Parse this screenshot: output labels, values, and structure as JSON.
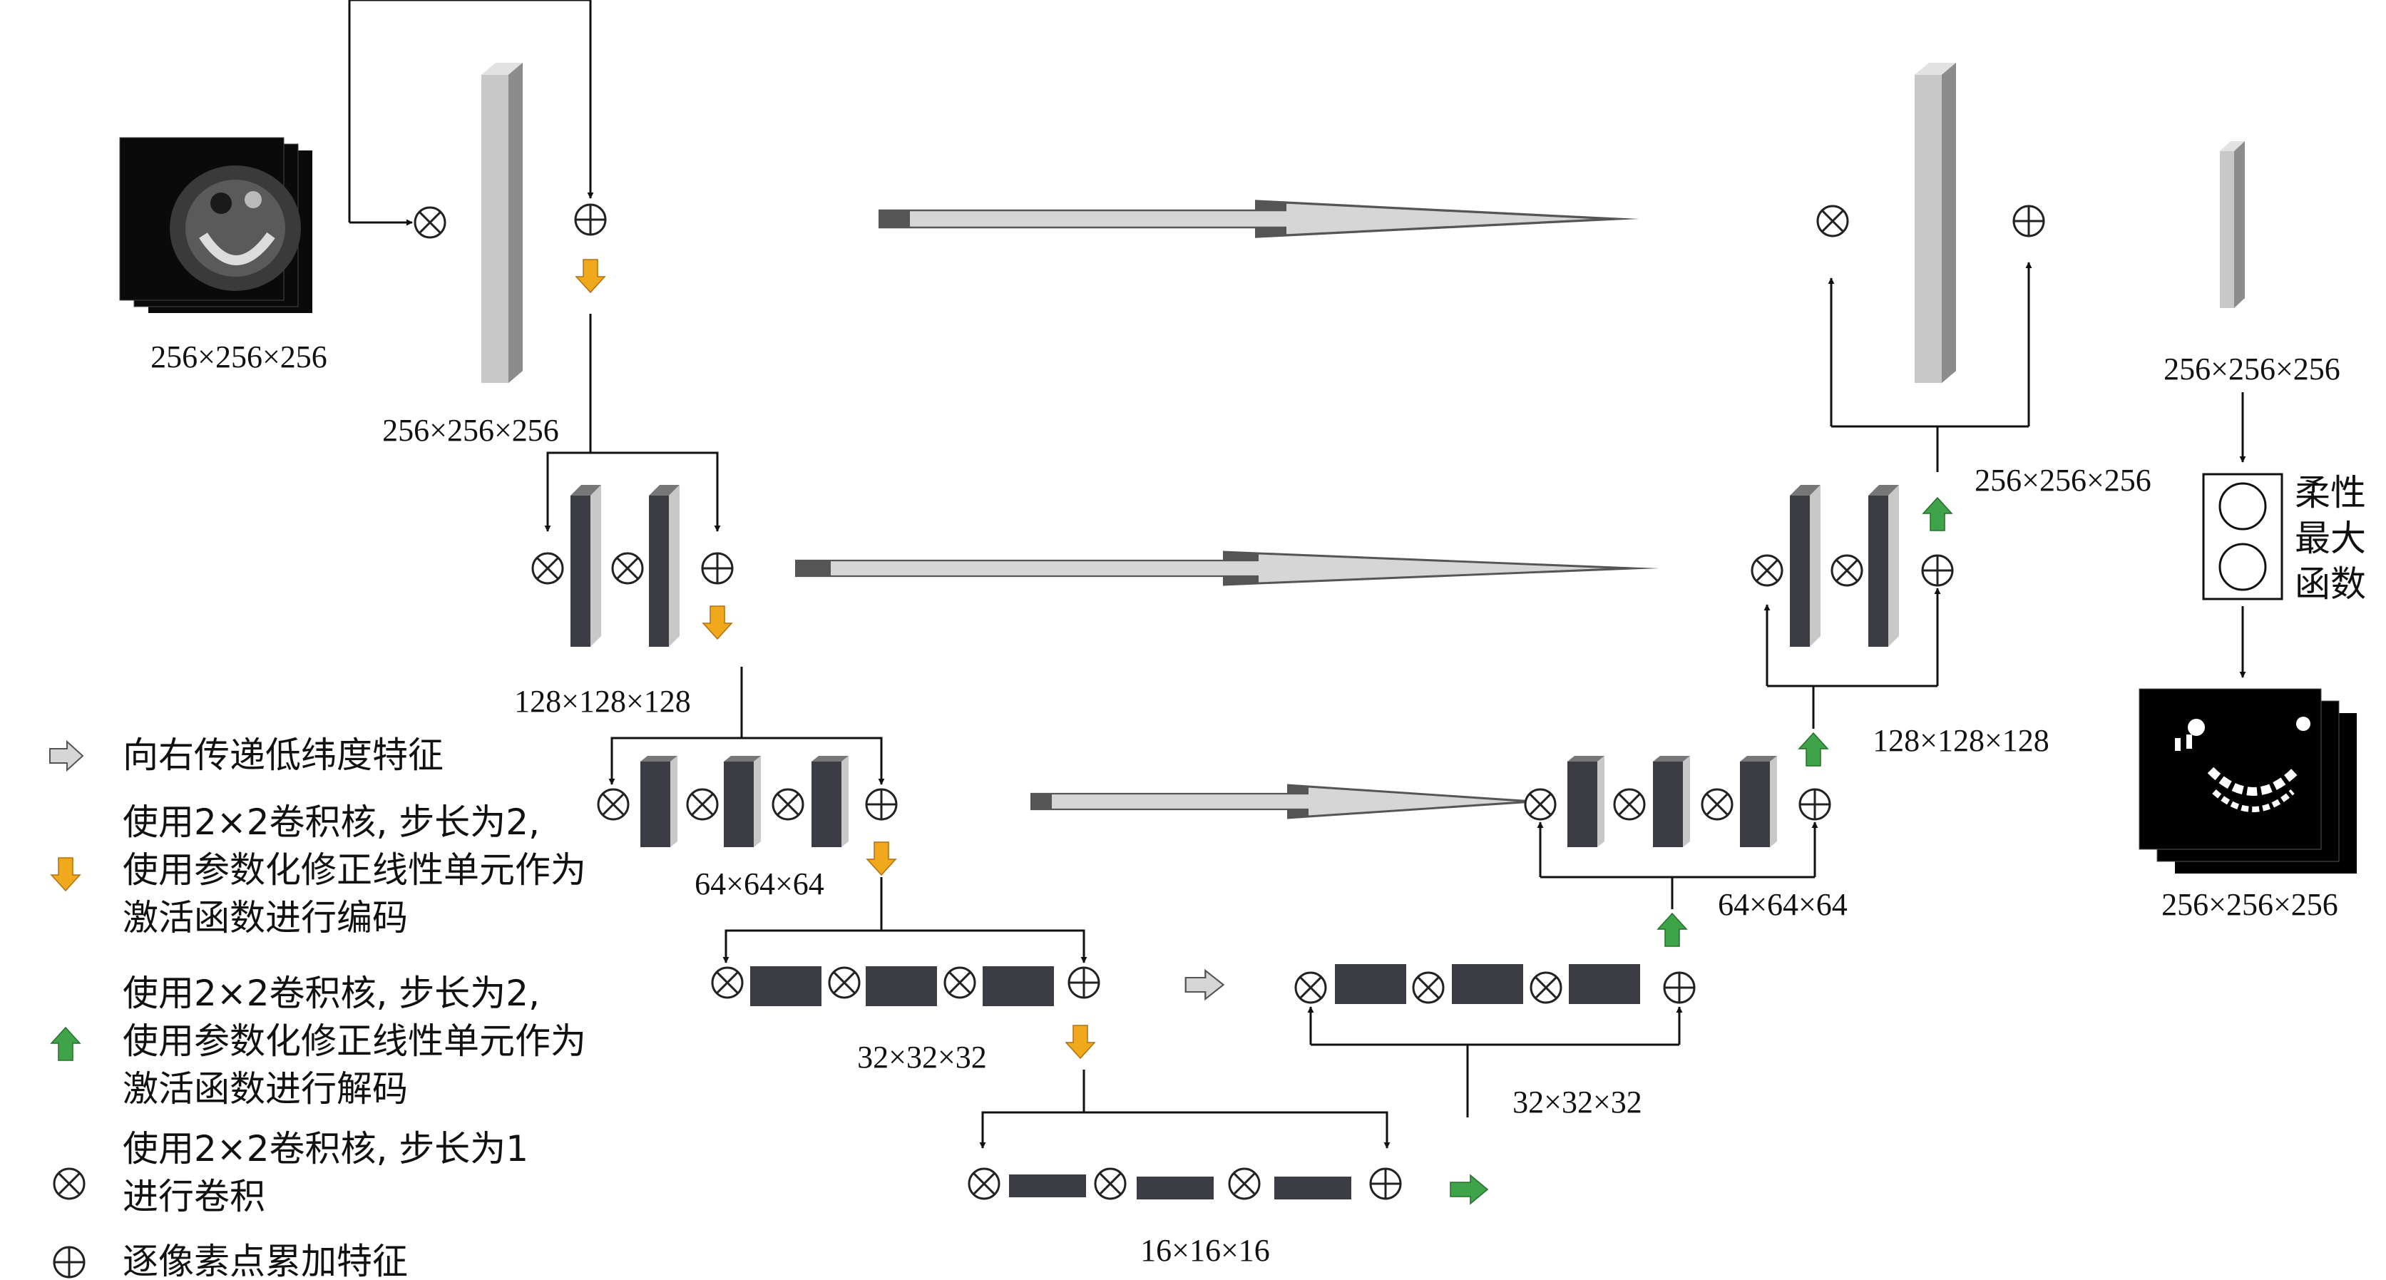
{
  "sizes": {
    "input": "256×256×256",
    "enc1": "256×256×256",
    "enc2": "128×128×128",
    "enc3": "64×64×64",
    "enc4": "32×32×32",
    "bottom": "16×16×16",
    "dec4": "32×32×32",
    "dec3": "64×64×64",
    "dec2": "128×128×128",
    "dec1": "256×256×256",
    "final": "256×256×256",
    "output": "256×256×256"
  },
  "softmax_label": [
    "柔性",
    "最大",
    "函数"
  ],
  "legend": [
    {
      "icon": "gray-right-arrow-icon",
      "lines": [
        "向右传递低纬度特征"
      ]
    },
    {
      "icon": "orange-down-arrow-icon",
      "lines": [
        "使用2×2卷积核, 步长为2,",
        "使用参数化修正线性单元作为",
        "激活函数进行编码"
      ]
    },
    {
      "icon": "green-up-arrow-icon",
      "lines": [
        "使用2×2卷积核, 步长为2,",
        "使用参数化修正线性单元作为",
        "激活函数进行解码"
      ]
    },
    {
      "icon": "convolution-symbol-icon",
      "lines": [
        "使用2×2卷积核, 步长为1",
        "进行卷积"
      ]
    },
    {
      "icon": "addition-symbol-icon",
      "lines": [
        "逐像素点累加特征"
      ]
    }
  ],
  "colors": {
    "encode_arrow": "#f0a81c",
    "decode_arrow": "#3fa34a",
    "skip_arrow": "#d6d6d6",
    "feature_dark": "#3c3c44",
    "feature_light": "#c8c8c8"
  }
}
